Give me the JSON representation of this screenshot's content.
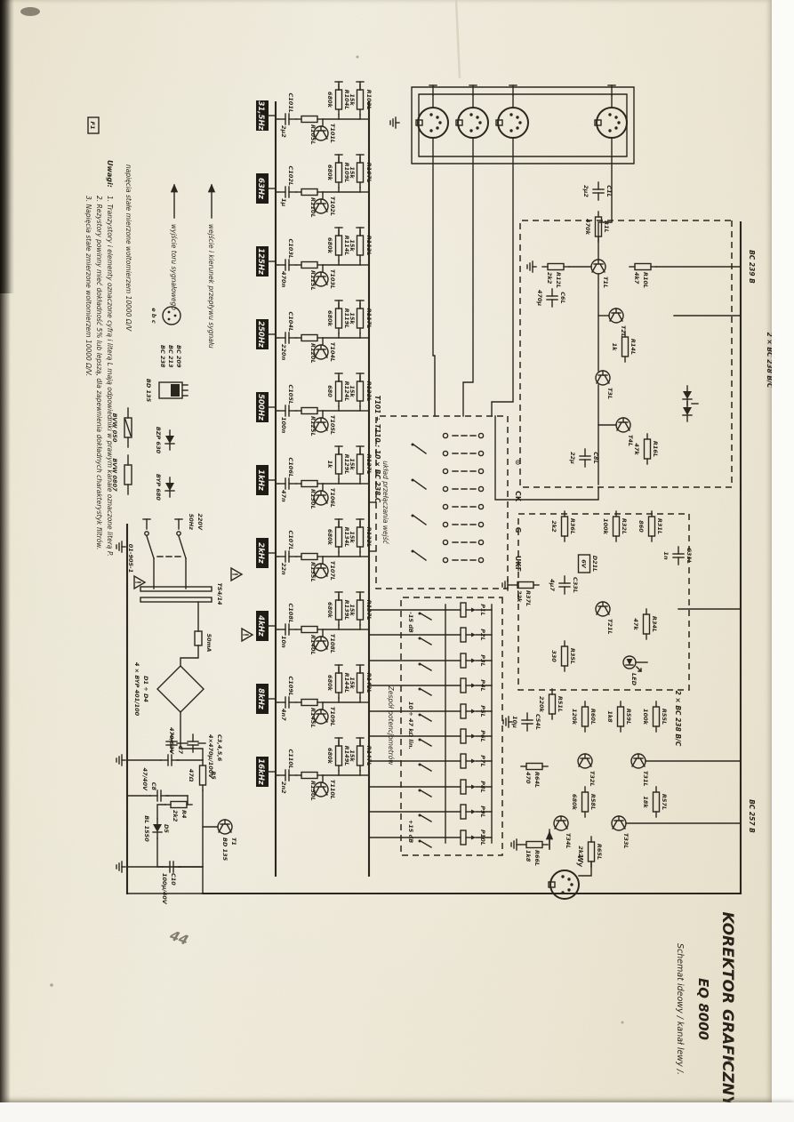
{
  "scan": {
    "handwritten_mark": "44"
  },
  "title_block": {
    "line1": "KOREKTOR GRAFICZNY",
    "line2": "EQ 8000",
    "line3": "Schemat ideowy / kanał lewy /."
  },
  "bands": {
    "note": "T101 ÷ T110 :  10 × BC 238 C",
    "items": [
      {
        "freq": "31,5Hz",
        "r1": "R102L",
        "r1v": "15k",
        "r2": "R104L",
        "r2v": "680k",
        "rv": "R105L",
        "c": "C101L",
        "cv": "2μ2",
        "t": "T101L"
      },
      {
        "freq": "63Hz",
        "r1": "R107L",
        "r1v": "15k",
        "r2": "R109L",
        "r2v": "680k",
        "rv": "R110L",
        "c": "C102L",
        "cv": "1μ",
        "t": "T102L"
      },
      {
        "freq": "125Hz",
        "r1": "R112L",
        "r1v": "15k",
        "r2": "R114L",
        "r2v": "680k",
        "rv": "R115L",
        "c": "C103L",
        "cv": "470n",
        "t": "T103L"
      },
      {
        "freq": "250Hz",
        "r1": "R117L",
        "r1v": "15k",
        "r2": "R119L",
        "r2v": "680k",
        "rv": "R120L",
        "c": "C104L",
        "cv": "220n",
        "t": "T104L"
      },
      {
        "freq": "500Hz",
        "r1": "R122L",
        "r1v": "15k",
        "r2": "R124L",
        "r2v": "680",
        "rv": "R125L",
        "c": "C105L",
        "cv": "100n",
        "t": "T105L"
      },
      {
        "freq": "1kHz",
        "r1": "R127L",
        "r1v": "15k",
        "r2": "R129L",
        "r2v": "1k",
        "rv": "R130L",
        "c": "C106L",
        "cv": "47n",
        "t": "T106L"
      },
      {
        "freq": "2kHz",
        "r1": "R132L",
        "r1v": "15k",
        "r2": "R134L",
        "r2v": "680k",
        "rv": "R135L",
        "c": "C107L",
        "cv": "22n",
        "t": "T107L"
      },
      {
        "freq": "4kHz",
        "r1": "R137L",
        "r1v": "15k",
        "r2": "R139L",
        "r2v": "680k",
        "rv": "R140L",
        "c": "C108L",
        "cv": "10n",
        "t": "T108L"
      },
      {
        "freq": "8kHz",
        "r1": "R142L",
        "r1v": "15k",
        "r2": "R144L",
        "r2v": "680k",
        "rv": "R145L",
        "c": "C109L",
        "cv": "4n7",
        "t": "T109L"
      },
      {
        "freq": "16kHz",
        "r1": "R147L",
        "r1v": "15k",
        "r2": "R149L",
        "r2v": "680k",
        "rv": "R150L",
        "c": "C110L",
        "cv": "2n2",
        "t": "T110L"
      }
    ]
  },
  "pots": {
    "caption": "Zespół potencjometrów",
    "range": "10 ÷ 47 kΩ lin.",
    "min": "-15 dB",
    "max": "+15 dB",
    "items": [
      "P1L",
      "P2L",
      "P3L",
      "P4L",
      "P5L",
      "P6L",
      "P7L",
      "P8L",
      "P9L",
      "P10L"
    ]
  },
  "selector": {
    "caption": "układ przełączania wejść",
    "sources": [
      "⊙",
      "CK",
      "G",
      "UKF"
    ]
  },
  "connectors": {
    "output": "Wy"
  },
  "amp_types": {
    "t1": "BC 239 B",
    "t2": "2 × BC 238 B/C",
    "t3": "BC 257 B"
  },
  "input_amp": {
    "items": [
      {
        "id": "C1L",
        "v": "2μ2"
      },
      {
        "id": "R1L",
        "v": "470k"
      },
      {
        "id": "T1L"
      },
      {
        "id": "R10L",
        "v": "4k7"
      },
      {
        "id": "T2L"
      },
      {
        "id": "R12L",
        "v": "2k2"
      },
      {
        "id": "C6L",
        "v": "470μ"
      },
      {
        "id": "T3L"
      },
      {
        "id": "R14L",
        "v": "1k"
      },
      {
        "id": "T4L"
      },
      {
        "id": "R16L",
        "v": "47k"
      },
      {
        "id": "C8L",
        "v": "22μ"
      }
    ]
  },
  "mid_amp": {
    "led": "LED",
    "items": [
      {
        "id": "R31L",
        "v": "860"
      },
      {
        "id": "R32L",
        "v": "100k"
      },
      {
        "id": "D21L",
        "v": "6V"
      },
      {
        "id": "R36L",
        "v": "2k2"
      },
      {
        "id": "C33L",
        "v": "4μ7"
      },
      {
        "id": "R34L",
        "v": "47k"
      },
      {
        "id": "T21L"
      },
      {
        "id": "R35L",
        "v": "330"
      },
      {
        "id": "R37L",
        "v": "22k"
      },
      {
        "id": "C31L",
        "v": "1n"
      }
    ]
  },
  "output_amp": {
    "items": [
      {
        "id": "R51L",
        "v": "220k"
      },
      {
        "id": "C54L",
        "v": "10μ"
      },
      {
        "id": "R55L",
        "v": "100k"
      },
      {
        "id": "R59L",
        "v": "1k8"
      },
      {
        "id": "R60L",
        "v": "120k"
      },
      {
        "id": "T31L"
      },
      {
        "id": "T32L"
      },
      {
        "id": "R57L",
        "v": "18k"
      },
      {
        "id": "R58L",
        "v": "680k"
      },
      {
        "id": "T33L"
      },
      {
        "id": "T34L"
      },
      {
        "id": "R64L",
        "v": "470"
      },
      {
        "id": "R66L",
        "v": "1k8"
      },
      {
        "id": "R65L",
        "v": "2k2"
      }
    ]
  },
  "power": {
    "mains_v": "220V",
    "mains_f": "50Hz",
    "switch": "01-905-1",
    "transformer": "TS4/14",
    "fuse": "50mA",
    "bridge": "D1 ÷ D4",
    "bridge_type": "4 × BYP 401/100",
    "caps": "C3,4,5,6",
    "caps_v": "4×470μ/100V",
    "t1": "T1",
    "t1_type": "BD 135",
    "r4": "R4",
    "r4v": "2k2",
    "r5": "R5",
    "r5v": "47Ω",
    "d5": "D5",
    "d5v": "BL 1550",
    "c7": "C7",
    "c7v": "470/63V",
    "c8": "C8",
    "c8v": "47/40V",
    "c10": "C10",
    "c10v": "100μ/40V"
  },
  "notes": {
    "heading": "Uwagi:",
    "items": [
      "1. Tranzystory i elementy oznaczone cyfrą i literą L mają odpowiedniki w prawym kanale oznaczone literą P.",
      "2. Rezystory powinny mieć dokładność 5% lub lepszą, dla zapewnienia dokładnych charakterystyk filtrów.",
      "3. Napięcia stałe zmierzone woltomierzem 10000 Ω/V."
    ]
  },
  "legend": {
    "voltage_note": "napięcia stałe mierzone woltomierzem 10000 Ω/V",
    "arrow1": "wejście i kierunek przepływu sygnału",
    "arrow2": "wyjście toru sygnałowego",
    "pins": "e  b  c",
    "types": [
      "BC 209",
      "BC 213",
      "BC 238"
    ],
    "pkg1": "BD 135",
    "d1": "BZP 630",
    "d2": "BYP 680",
    "res1": "BVW 050",
    "res2": "BVW 0807",
    "chip": "F1"
  }
}
